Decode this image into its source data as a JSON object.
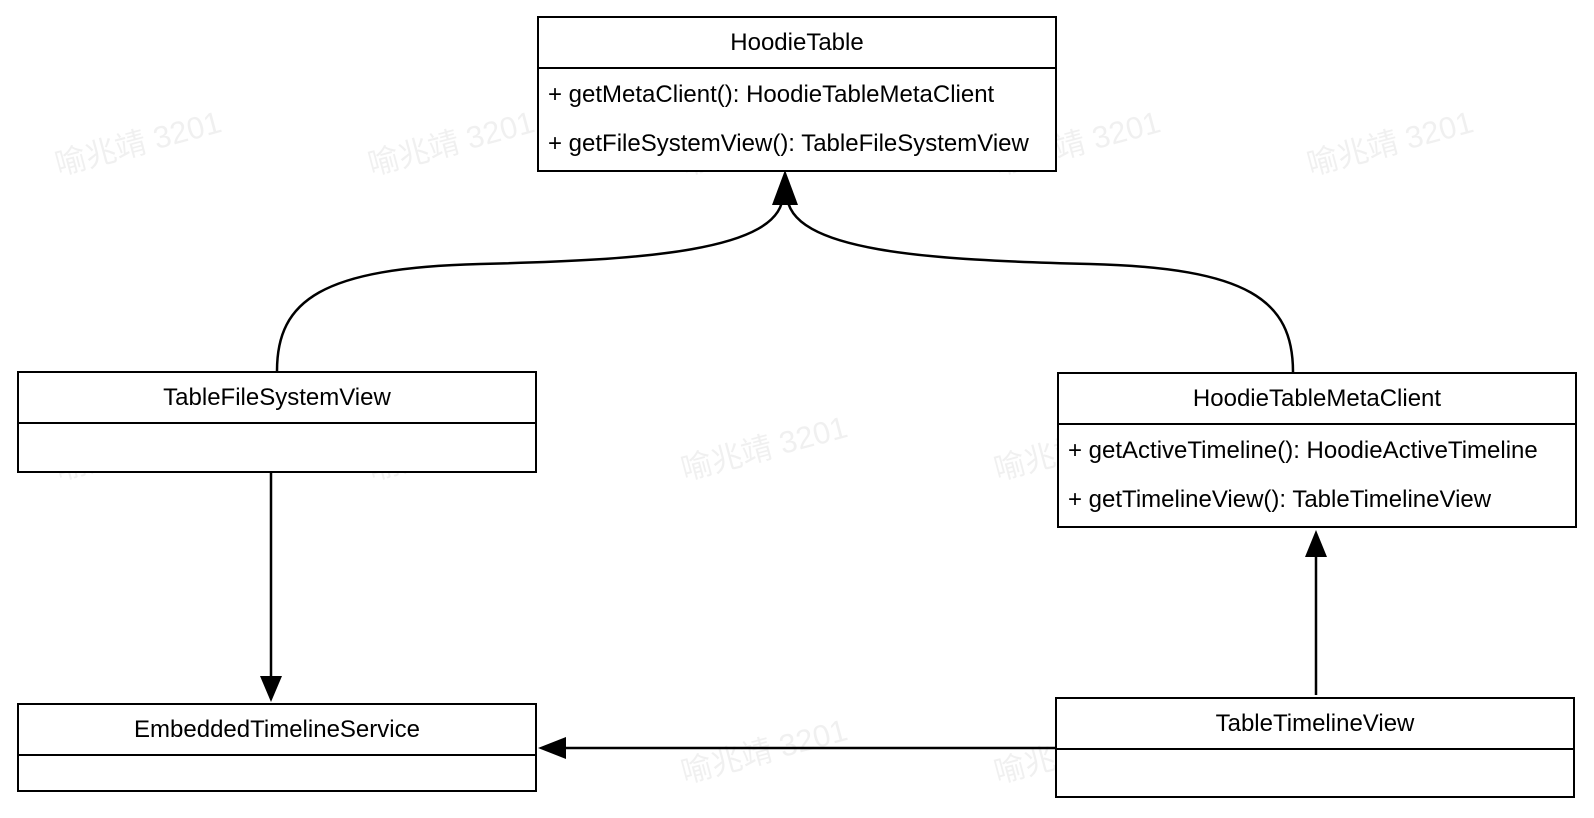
{
  "diagram": {
    "background_color": "#ffffff",
    "line_color": "#000000",
    "classes": [
      {
        "id": "hoodie-table",
        "name": "HoodieTable",
        "methods": [
          "+ getMetaClient(): HoodieTableMetaClient",
          "+ getFileSystemView(): TableFileSystemView"
        ]
      },
      {
        "id": "table-file-system-view",
        "name": "TableFileSystemView",
        "methods": []
      },
      {
        "id": "hoodie-table-meta-client",
        "name": "HoodieTableMetaClient",
        "methods": [
          "+ getActiveTimeline(): HoodieActiveTimeline",
          "+ getTimelineView(): TableTimelineView"
        ]
      },
      {
        "id": "embedded-timeline-service",
        "name": "EmbeddedTimelineService",
        "methods": []
      },
      {
        "id": "table-timeline-view",
        "name": "TableTimelineView",
        "methods": []
      }
    ],
    "relations": [
      {
        "from": "TableFileSystemView",
        "to": "HoodieTable",
        "style": "curved",
        "arrowhead": "filled-triangle"
      },
      {
        "from": "HoodieTableMetaClient",
        "to": "HoodieTable",
        "style": "curved",
        "arrowhead": "filled-triangle"
      },
      {
        "from": "TableFileSystemView",
        "to": "EmbeddedTimelineService",
        "style": "straight-vertical",
        "arrowhead": "filled-triangle"
      },
      {
        "from": "TableTimelineView",
        "to": "HoodieTableMetaClient",
        "style": "straight-vertical",
        "arrowhead": "filled-triangle"
      },
      {
        "from": "TableTimelineView",
        "to": "EmbeddedTimelineService",
        "style": "straight-horizontal",
        "arrowhead": "filled-triangle"
      }
    ]
  },
  "watermark": {
    "text": "喻兆靖 3201"
  }
}
